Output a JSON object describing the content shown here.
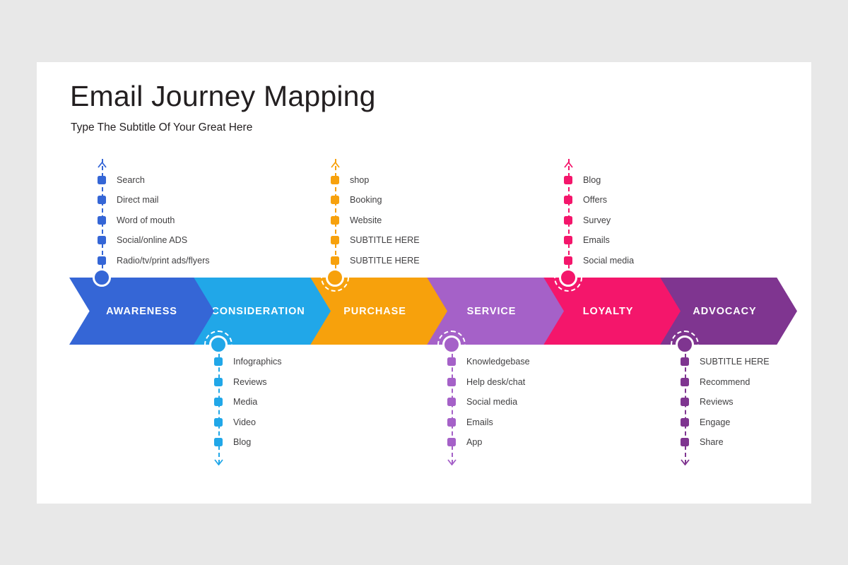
{
  "slide": {
    "title": "Email Journey Mapping",
    "subtitle": "Type The Subtitle Of Your Great Here",
    "background_color": "#e8e8e8",
    "card_color": "#ffffff"
  },
  "stages": [
    {
      "id": "awareness",
      "label": "AWARENESS",
      "color": "#3566d6",
      "list_position": "top",
      "items": [
        "Search",
        "Direct mail",
        "Word of mouth",
        "Social/online ADS",
        "Radio/tv/print ads/flyers"
      ]
    },
    {
      "id": "consideration",
      "label": "CONSIDERATION",
      "color": "#21a7e8",
      "list_position": "bottom",
      "items": [
        "Infographics",
        "Reviews",
        "Media",
        "Video",
        "Blog"
      ]
    },
    {
      "id": "purchase",
      "label": "PURCHASE",
      "color": "#f7a10c",
      "list_position": "top",
      "items": [
        "shop",
        "Booking",
        "Website",
        "SUBTITLE HERE",
        "SUBTITLE HERE"
      ]
    },
    {
      "id": "service",
      "label": "SERVICE",
      "color": "#a561c8",
      "list_position": "bottom",
      "items": [
        "Knowledgebase",
        "Help desk/chat",
        "Social media",
        "Emails",
        "App"
      ]
    },
    {
      "id": "loyalty",
      "label": "LOYALTY",
      "color": "#f4166b",
      "list_position": "top",
      "items": [
        "Blog",
        "Offers",
        "Survey",
        "Emails",
        "Social media"
      ]
    },
    {
      "id": "advocacy",
      "label": "ADVOCACY",
      "color": "#7f3590",
      "list_position": "bottom",
      "items": [
        "SUBTITLE HERE",
        "Recommend",
        "Reviews",
        "Engage",
        "Share"
      ]
    }
  ]
}
